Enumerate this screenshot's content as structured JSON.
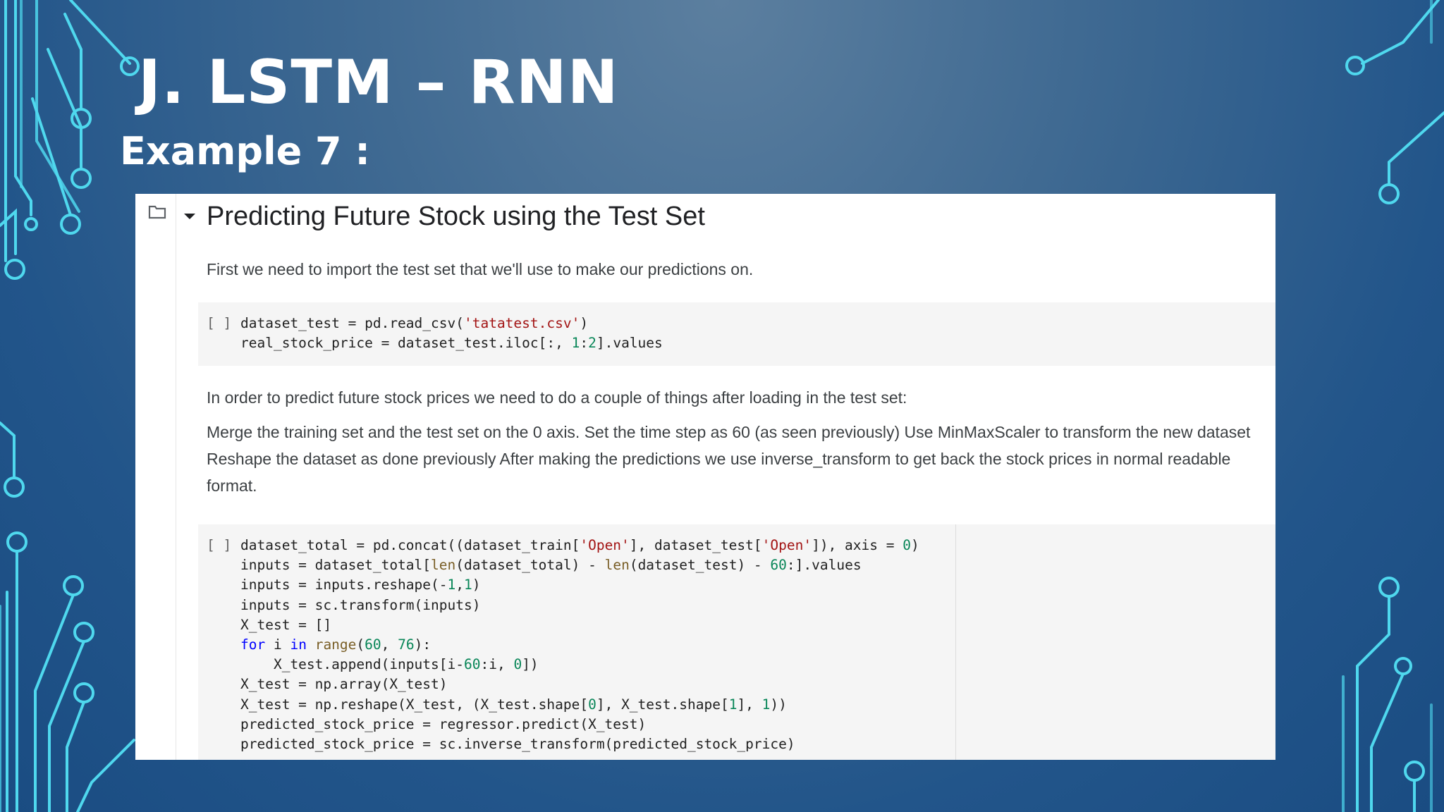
{
  "slide": {
    "title": "J. LSTM – RNN",
    "subtitle": "Example 7 :"
  },
  "colors": {
    "background": "#245a8f",
    "circuit": "#4fd8ee",
    "string": "#a31515",
    "number": "#098658",
    "keyword": "#0000ff",
    "builtin": "#795e26"
  },
  "notebook": {
    "folder_icon": "folder-icon",
    "collapse_icon": "caret-down-icon",
    "section_title": "Predicting Future Stock using the Test Set",
    "intro_text": "First we need to import the test set that we'll use to make our predictions on.",
    "cell1": {
      "run_label": "[ ]",
      "lines": [
        [
          {
            "t": "dataset_test = pd.read_csv("
          },
          {
            "t": "'tatatest.csv'",
            "c": "s"
          },
          {
            "t": ")"
          }
        ],
        [
          {
            "t": "real_stock_price = dataset_test.iloc[:, "
          },
          {
            "t": "1",
            "c": "n"
          },
          {
            "t": ":"
          },
          {
            "t": "2",
            "c": "n"
          },
          {
            "t": "].values"
          }
        ]
      ]
    },
    "text2": "In order to predict future stock prices we need to do a couple of things after loading in the test set:",
    "text3": "Merge the training set and the test set on the 0 axis. Set the time step as 60 (as seen previously) Use MinMaxScaler to transform the new dataset Reshape the dataset as done previously After making the predictions we use inverse_transform to get back the stock prices in normal readable format.",
    "cell2": {
      "run_label": "[ ]",
      "lines": [
        [
          {
            "t": "dataset_total = pd.concat((dataset_train["
          },
          {
            "t": "'Open'",
            "c": "s"
          },
          {
            "t": "], dataset_test["
          },
          {
            "t": "'Open'",
            "c": "s"
          },
          {
            "t": "]), axis = "
          },
          {
            "t": "0",
            "c": "n"
          },
          {
            "t": ")"
          }
        ],
        [
          {
            "t": "inputs = dataset_total["
          },
          {
            "t": "len",
            "c": "f"
          },
          {
            "t": "(dataset_total) - "
          },
          {
            "t": "len",
            "c": "f"
          },
          {
            "t": "(dataset_test) - "
          },
          {
            "t": "60",
            "c": "n"
          },
          {
            "t": ":].values"
          }
        ],
        [
          {
            "t": "inputs = inputs.reshape(-"
          },
          {
            "t": "1",
            "c": "n"
          },
          {
            "t": ","
          },
          {
            "t": "1",
            "c": "n"
          },
          {
            "t": ")"
          }
        ],
        [
          {
            "t": "inputs = sc.transform(inputs)"
          }
        ],
        [
          {
            "t": "X_test = []"
          }
        ],
        [
          {
            "t": "for",
            "c": "k"
          },
          {
            "t": " i "
          },
          {
            "t": "in",
            "c": "k"
          },
          {
            "t": " "
          },
          {
            "t": "range",
            "c": "f"
          },
          {
            "t": "("
          },
          {
            "t": "60",
            "c": "n"
          },
          {
            "t": ", "
          },
          {
            "t": "76",
            "c": "n"
          },
          {
            "t": "):"
          }
        ],
        [
          {
            "t": "    X_test.append(inputs[i-"
          },
          {
            "t": "60",
            "c": "n"
          },
          {
            "t": ":i, "
          },
          {
            "t": "0",
            "c": "n"
          },
          {
            "t": "])"
          }
        ],
        [
          {
            "t": "X_test = np.array(X_test)"
          }
        ],
        [
          {
            "t": "X_test = np.reshape(X_test, (X_test.shape["
          },
          {
            "t": "0",
            "c": "n"
          },
          {
            "t": "], X_test.shape["
          },
          {
            "t": "1",
            "c": "n"
          },
          {
            "t": "], "
          },
          {
            "t": "1",
            "c": "n"
          },
          {
            "t": "))"
          }
        ],
        [
          {
            "t": "predicted_stock_price = regressor.predict(X_test)"
          }
        ],
        [
          {
            "t": "predicted_stock_price = sc.inverse_transform(predicted_stock_price)"
          }
        ]
      ]
    }
  }
}
